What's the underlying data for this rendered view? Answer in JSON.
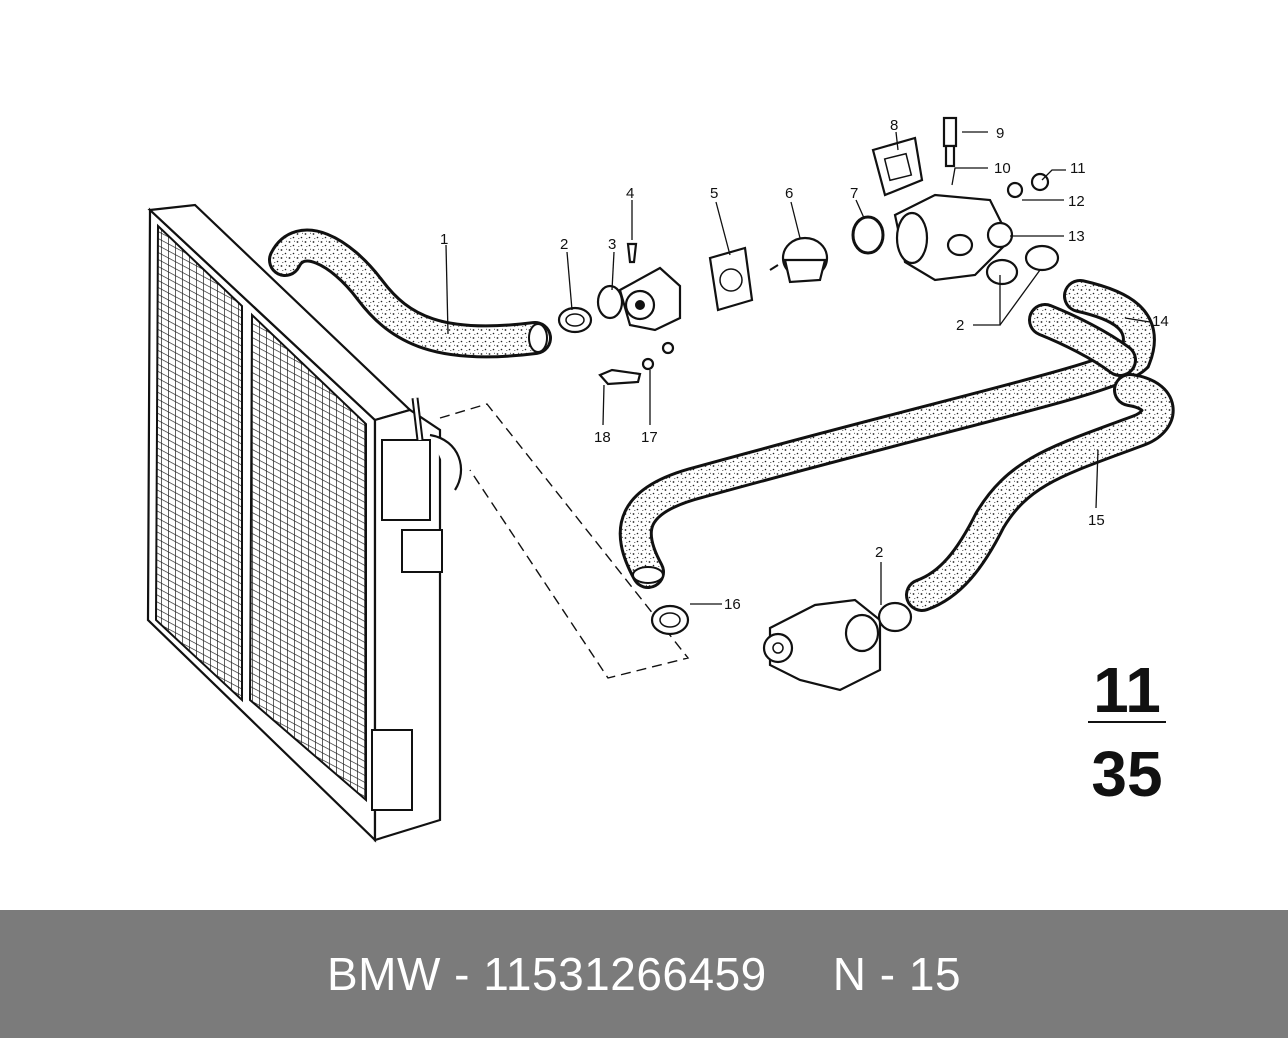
{
  "callouts": [
    {
      "id": "1",
      "text": "1"
    },
    {
      "id": "2a",
      "text": "2"
    },
    {
      "id": "3",
      "text": "3"
    },
    {
      "id": "4",
      "text": "4"
    },
    {
      "id": "5",
      "text": "5"
    },
    {
      "id": "6",
      "text": "6"
    },
    {
      "id": "7",
      "text": "7"
    },
    {
      "id": "8",
      "text": "8"
    },
    {
      "id": "9",
      "text": "9"
    },
    {
      "id": "10",
      "text": "10"
    },
    {
      "id": "11",
      "text": "11"
    },
    {
      "id": "12",
      "text": "12"
    },
    {
      "id": "13",
      "text": "13"
    },
    {
      "id": "2b",
      "text": "2"
    },
    {
      "id": "14",
      "text": "14"
    },
    {
      "id": "15",
      "text": "15"
    },
    {
      "id": "16",
      "text": "16"
    },
    {
      "id": "2c",
      "text": "2"
    },
    {
      "id": "17",
      "text": "17"
    },
    {
      "id": "18",
      "text": "18"
    }
  ],
  "group_code": {
    "top": "11",
    "bottom": "35"
  },
  "footer": {
    "part_label": "BMW - 11531266459",
    "ref_label": "N - 15"
  }
}
